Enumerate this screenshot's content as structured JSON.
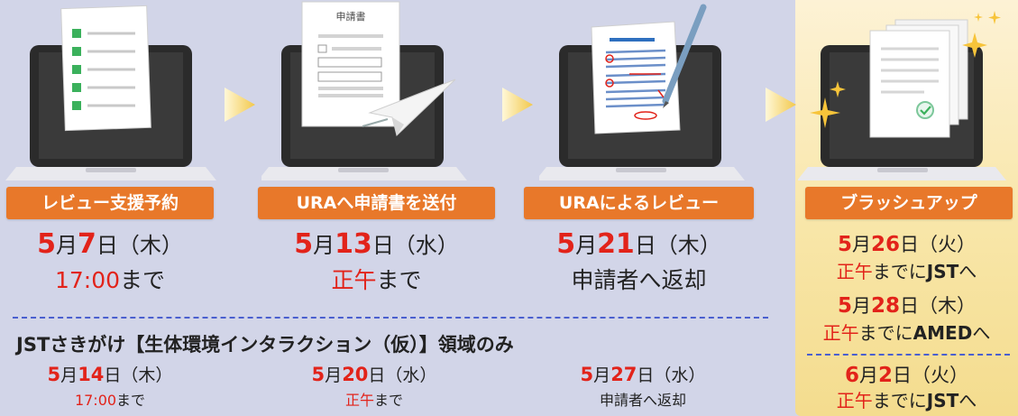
{
  "steps": [
    {
      "badge": "レビュー支援予約",
      "month": "5",
      "day": "7",
      "weekday": "日（木）",
      "deadline_red": "17:00",
      "deadline_rest": "まで"
    },
    {
      "badge": "URAへ申請書を送付",
      "month": "5",
      "day": "13",
      "weekday": "日（水）",
      "deadline_red": "正午",
      "deadline_rest": "まで"
    },
    {
      "badge": "URAによるレビュー",
      "month": "5",
      "day": "21",
      "weekday": "日（木）",
      "deadline_red": "",
      "deadline_rest": "申請者へ返却"
    },
    {
      "badge": "ブラッシュアップ"
    }
  ],
  "month_char": "月",
  "doc_heading": "申請書",
  "brushup": {
    "d1": {
      "month": "5",
      "day": "26",
      "weekday": "日（火）",
      "red": "正午",
      "mid": "までに",
      "bold": "JST",
      "end": "へ"
    },
    "d2": {
      "month": "5",
      "day": "28",
      "weekday": "日（木）",
      "red": "正午",
      "mid": "までに",
      "bold": "AMED",
      "end": "へ"
    },
    "d3": {
      "month": "6",
      "day": "2",
      "weekday": "日（火）",
      "red": "正午",
      "mid": "までに",
      "bold": "JST",
      "end": "へ"
    }
  },
  "sakigake": {
    "title": "JSTさきがけ【生体環境インタラクション（仮）】領域のみ",
    "dates": [
      {
        "month": "5",
        "day": "14",
        "weekday": "日（木）",
        "red": "17:00",
        "rest": "まで"
      },
      {
        "month": "5",
        "day": "20",
        "weekday": "日（水）",
        "red": "正午",
        "rest": "まで"
      },
      {
        "month": "5",
        "day": "27",
        "weekday": "日（水）",
        "red": "",
        "rest": "申請者へ返却"
      }
    ]
  },
  "colors": {
    "background": "#d2d5e8",
    "badge": "#e8782a",
    "accent_red": "#e2231a",
    "dash": "#4a5fcf",
    "gold_panel": "#f8e6a8"
  }
}
